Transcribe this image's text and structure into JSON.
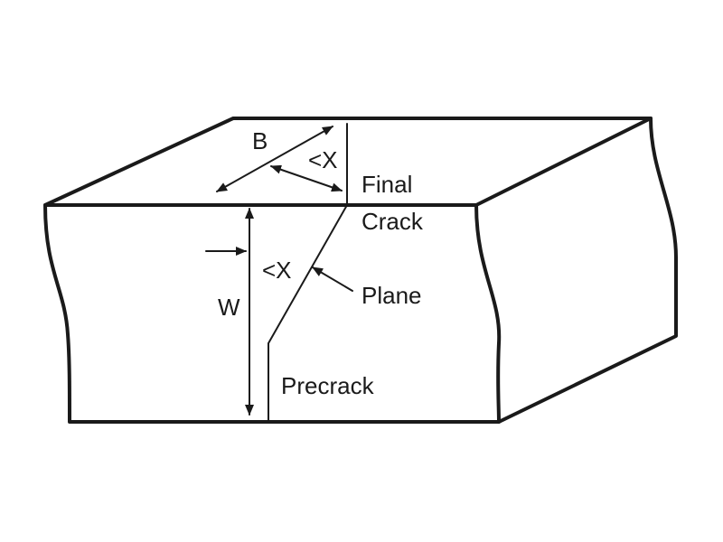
{
  "labels": {
    "width_B": "B",
    "angle_top": "<X",
    "final": "Final",
    "crack": "Crack",
    "angle_front": "<X",
    "height_W": "W",
    "plane": "Plane",
    "precrack": "Precrack"
  }
}
